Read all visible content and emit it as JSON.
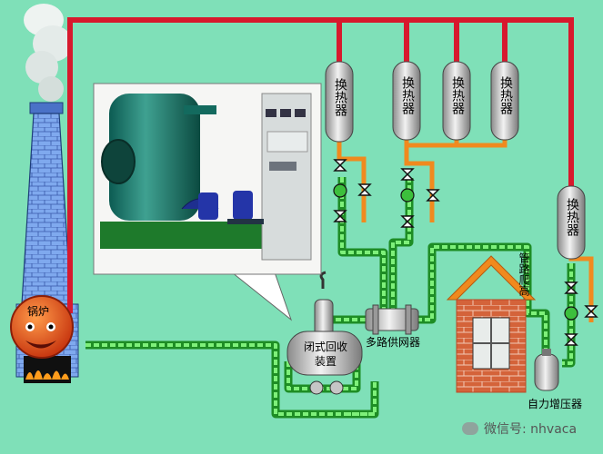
{
  "labels": {
    "boiler": "锅炉",
    "exchangers": [
      "换热器",
      "换热器",
      "换热器",
      "换热器",
      "换热器"
    ],
    "recovery": "闭式回收装置",
    "manifold": "多路供网器",
    "pipe_climb": "管路爬高",
    "booster": "自力增压器",
    "watermark": "微信号: nhvaca"
  },
  "colors": {
    "background": "#7fe0b8",
    "supply_pipe": "#d7192d",
    "return_pipe": "#22a22a",
    "return_inner": "#7ef07a",
    "orange_pipe": "#f08a1e",
    "chimney": "#7fa9ee",
    "house_wall": "#c1532e",
    "vessel": "#c9c9c9",
    "boiler": "#d9441a"
  },
  "icons": [
    "boiler-face-icon",
    "gate-valve-icon",
    "check-valve-icon",
    "smoke-icon",
    "wechat-icon"
  ]
}
